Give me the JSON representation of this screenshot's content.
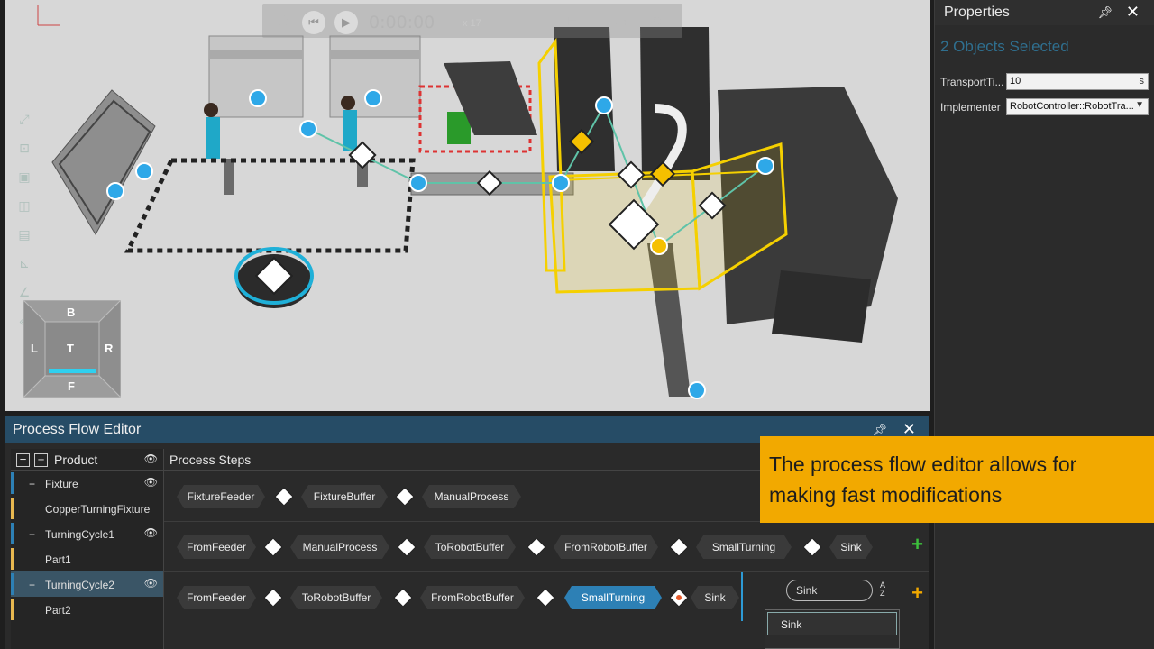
{
  "playback": {
    "time": "0:00:00",
    "speed": "x 17"
  },
  "navcube": {
    "top": "B",
    "left": "L",
    "center": "T",
    "right": "R",
    "bottom": "F"
  },
  "properties": {
    "title": "Properties",
    "selection": "2 Objects Selected",
    "rows": [
      {
        "label": "TransportTi...",
        "value": "10",
        "unit": "s"
      },
      {
        "label": "Implementer",
        "value": "RobotController::RobotTra..."
      }
    ]
  },
  "process_flow_editor": {
    "title": "Process Flow Editor",
    "product_header": "Product",
    "steps_header": "Process Steps",
    "tree": [
      {
        "label": "Fixture",
        "kind": "group"
      },
      {
        "label": "CopperTurningFixture",
        "kind": "item"
      },
      {
        "label": "TurningCycle1",
        "kind": "group"
      },
      {
        "label": "Part1",
        "kind": "item"
      },
      {
        "label": "TurningCycle2",
        "kind": "group",
        "selected": true
      },
      {
        "label": "Part2",
        "kind": "item"
      }
    ],
    "flows": [
      {
        "steps": [
          "FixtureFeeder",
          "FixtureBuffer",
          "ManualProcess"
        ]
      },
      {
        "steps": [
          "FromFeeder",
          "ManualProcess",
          "ToRobotBuffer",
          "FromRobotBuffer",
          "SmallTurning",
          "Sink"
        ]
      },
      {
        "steps": [
          "FromFeeder",
          "ToRobotBuffer",
          "FromRobotBuffer",
          "SmallTurning",
          "Sink"
        ],
        "selected_index": 3
      }
    ],
    "search_value": "Sink",
    "dropdown_item": "Sink",
    "sort_label": "A Z"
  },
  "callout": {
    "line1": "The process flow editor allows for",
    "line2": "making fast modifications"
  },
  "colors": {
    "accent_blue": "#2d80b5",
    "title_blue": "#264c66",
    "callout_orange": "#f2a900",
    "plus_green": "#3cc13c",
    "plus_orange": "#f2a900",
    "node_blue": "#2ea8e8",
    "safety_yellow": "#f5d000"
  }
}
